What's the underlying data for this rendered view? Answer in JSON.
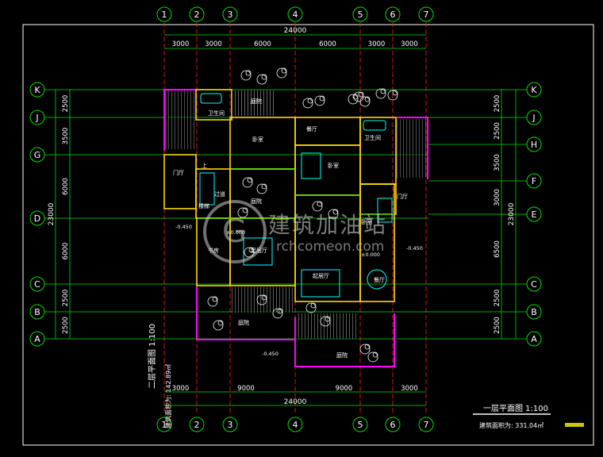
{
  "grid": {
    "vertical": [
      {
        "id": "1"
      },
      {
        "id": "2"
      },
      {
        "id": "3"
      },
      {
        "id": "4"
      },
      {
        "id": "5"
      },
      {
        "id": "6"
      },
      {
        "id": "7"
      }
    ],
    "left_rows": [
      {
        "id": "K"
      },
      {
        "id": "J"
      },
      {
        "id": "G"
      },
      {
        "id": "D"
      },
      {
        "id": "C"
      },
      {
        "id": "B"
      },
      {
        "id": "A"
      }
    ],
    "right_rows": [
      {
        "id": "K"
      },
      {
        "id": "J"
      },
      {
        "id": "H"
      },
      {
        "id": "F"
      },
      {
        "id": "E"
      },
      {
        "id": "C"
      },
      {
        "id": "B"
      },
      {
        "id": "A"
      }
    ]
  },
  "dimensions": {
    "top_overall": "24000",
    "top_segments": [
      "3000",
      "3000",
      "6000",
      "6000",
      "3000",
      "3000"
    ],
    "bottom_overall": "24000",
    "bottom_segments": [
      "3000",
      "9000",
      "9000",
      "3000"
    ],
    "left_segments": [
      "2500",
      "3500",
      "6000",
      "6000",
      "2500",
      "2500"
    ],
    "left_overall": "23000",
    "right_segments": [
      "2500",
      "2500",
      "3500",
      "3000",
      "6500",
      "2500",
      "2500"
    ],
    "right_overall": "23000"
  },
  "rooms": {
    "top_left_bath": "卫生间",
    "top_court": "庭院",
    "bedroom_main": "卧室",
    "up_label": "上",
    "foyer": "门厅",
    "stairs": "楼梯",
    "hall": "过道",
    "court_center": "庭院",
    "bedroom_right": "卧室",
    "bath_right": "卫生间",
    "bed_right_large": "卧室",
    "foyer_right": "门厅",
    "kitchen": "餐厅",
    "study": "书房",
    "living": "起居厅",
    "living_right": "起居厅",
    "dining": "餐厅",
    "court_bottom_left": "庭院",
    "court_bottom_right": "庭院"
  },
  "levels": {
    "left_ext": "-0.450",
    "center": "±0.000",
    "center_right": "±0.000",
    "right_ext": "-0.450",
    "bottom": "-0.450"
  },
  "titles": {
    "plan1_title": "一层平面图 1:100",
    "plan1_area": "建筑面积为: 331.04㎡",
    "plan2_title": "二层平面图 1:100",
    "plan2_area": "建筑面积为: 142.89㎡"
  },
  "watermark": {
    "cn": "建筑加油站",
    "url": "rchcomeon.com"
  },
  "colors": {
    "background": "#000000",
    "axis": "#ff2020",
    "dim": "#00e000",
    "wall": "#ffffff",
    "wall_hatch": "#ffd700",
    "boundary": "#ff00ff",
    "fixture": "#00ffff",
    "text": "#ffffff"
  }
}
